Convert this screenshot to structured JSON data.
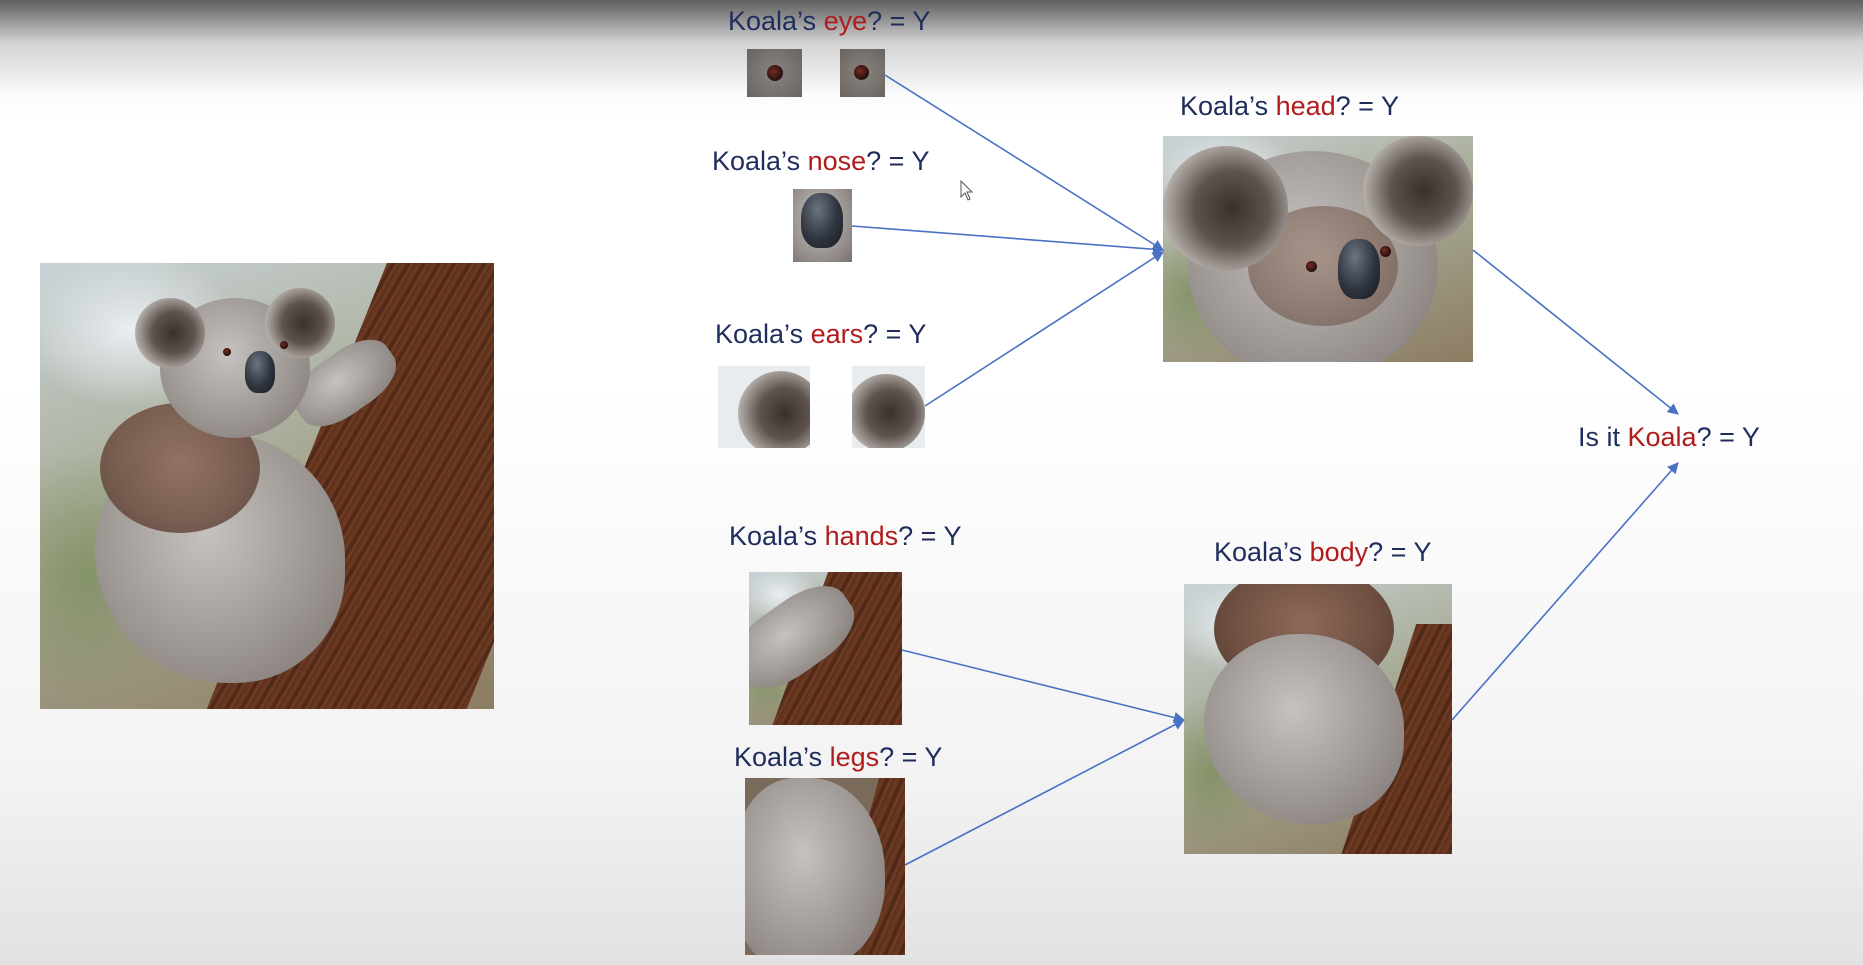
{
  "labels": {
    "eye": {
      "prefix": "Koala’s ",
      "part": "eye",
      "suffix": "? = Y"
    },
    "nose": {
      "prefix": "Koala’s ",
      "part": "nose",
      "suffix": "? = Y"
    },
    "ears": {
      "prefix": "Koala’s ",
      "part": "ears",
      "suffix": "? = Y"
    },
    "hands": {
      "prefix": "Koala’s ",
      "part": "hands",
      "suffix": "? = Y"
    },
    "legs": {
      "prefix": "Koala’s ",
      "part": "legs",
      "suffix": "? = Y"
    },
    "head": {
      "prefix": "Koala’s ",
      "part": "head",
      "suffix": "? = Y"
    },
    "body": {
      "prefix": "Koala’s ",
      "part": "body",
      "suffix": "? = Y"
    },
    "koala": {
      "prefix": "Is it ",
      "part": "Koala",
      "suffix": "? = Y"
    }
  },
  "colors": {
    "text": "#1f2d5c",
    "highlight": "#b01c1c",
    "arrow": "#4a72c4"
  },
  "icons": {
    "cursor": "cursor-arrow-icon"
  }
}
